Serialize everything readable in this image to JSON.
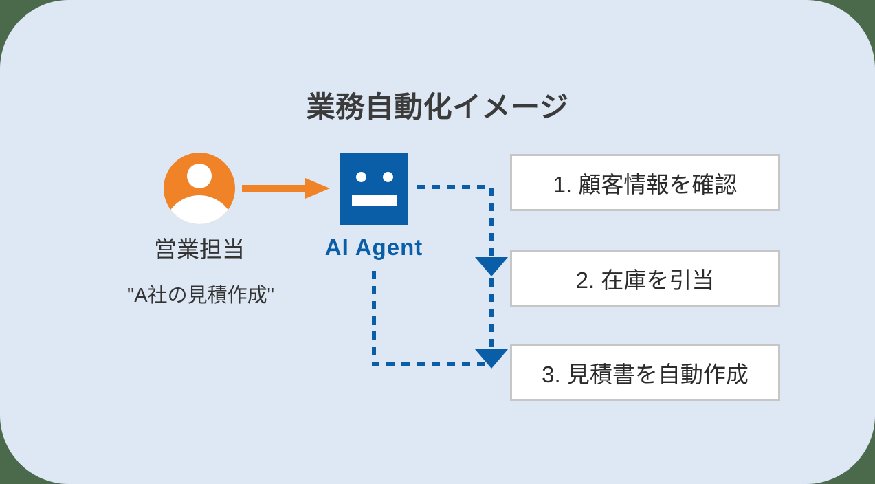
{
  "title": "業務自動化イメージ",
  "colors": {
    "outer_background": "#4b6a4c",
    "canvas_background": "#dde8f4",
    "accent_orange": "#f08228",
    "accent_blue": "#0a5ea8",
    "box_border": "#c6c6c6",
    "box_fill": "#ffffff",
    "title_text": "#3b3b3b"
  },
  "actor": {
    "icon": "person-avatar-icon",
    "label": "営業担当",
    "quote": "\"A社の見積作成\""
  },
  "agent": {
    "icon": "robot-face-icon",
    "label": "AI Agent"
  },
  "flow_arrow": {
    "icon": "arrow-right-icon",
    "style": "solid",
    "color": "#f08228"
  },
  "connectors": {
    "style": "dashed",
    "color": "#0a5ea8",
    "arrowhead": "triangle-down"
  },
  "steps": [
    {
      "number": "1.",
      "text": "1. 顧客情報を確認"
    },
    {
      "number": "2.",
      "text": "2. 在庫を引当"
    },
    {
      "number": "3.",
      "text": "3. 見積書を自動作成"
    }
  ]
}
